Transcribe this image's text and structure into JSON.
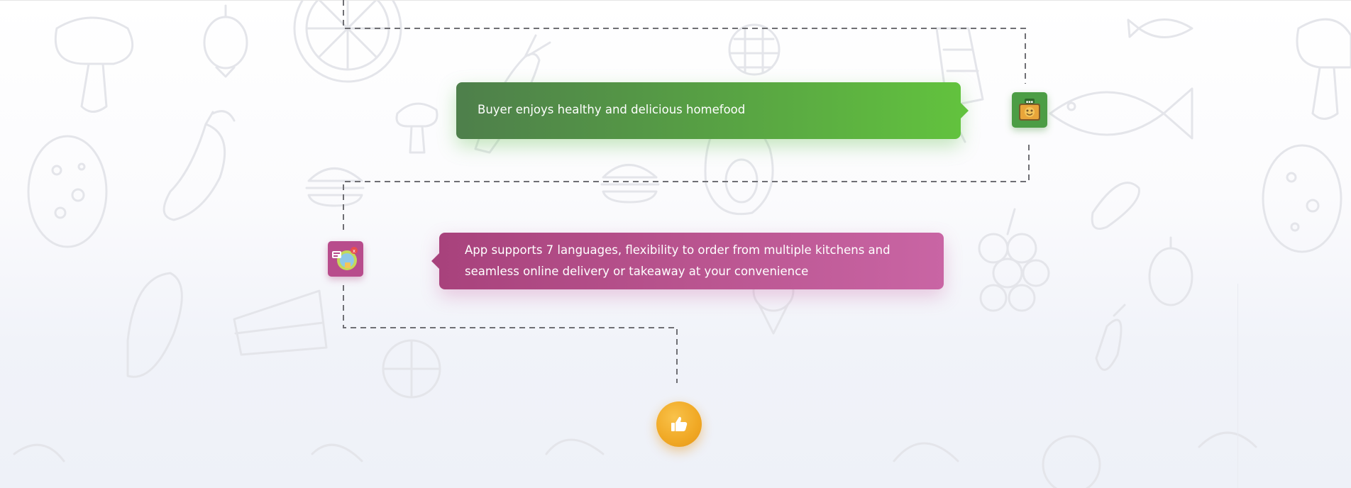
{
  "steps": [
    {
      "text": "Buyer enjoys healthy and delicious homefood",
      "icon": "meal-box-icon",
      "color_from": "#4e7f4b",
      "color_to": "#62c23e"
    },
    {
      "text_line1": "App supports 7 languages, flexibility to order from multiple kitchens and",
      "text_line2": "seamless online delivery or takeaway at your convenience",
      "icon": "multi-kitchen-icon",
      "color_from": "#a8427c",
      "color_to": "#c965a4"
    }
  ],
  "final_badge": {
    "icon": "thumbs-up-icon",
    "color": "#f0a824"
  },
  "background": {
    "pattern": "food-doodles"
  }
}
